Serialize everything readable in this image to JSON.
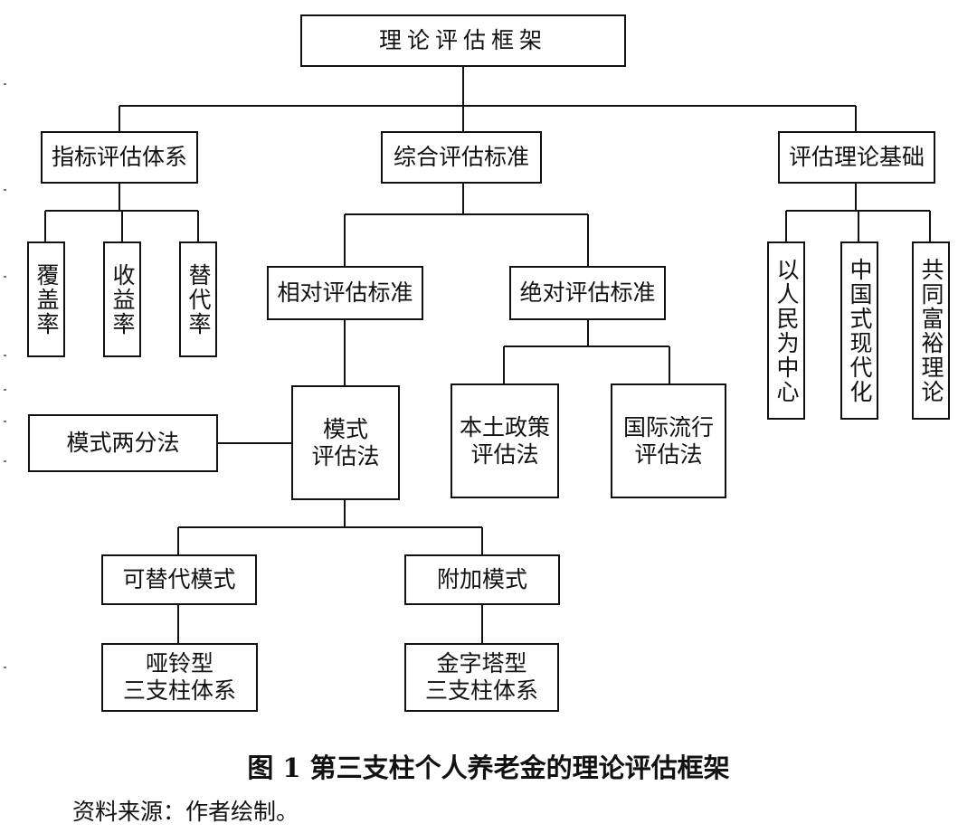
{
  "diagram": {
    "root": "理论评估框架",
    "level1": {
      "indicator": "指标评估体系",
      "standard": "综合评估标准",
      "theory": "评估理论基础"
    },
    "indicators": [
      "覆盖率",
      "收益率",
      "替代率"
    ],
    "theories": [
      "以人民为中心",
      "中国式现代化",
      "共同富裕理论"
    ],
    "relative": "相对评估标准",
    "absolute": "绝对评估标准",
    "mode_method": "模式\n评估法",
    "dichotomy": "模式两分法",
    "local_policy": "本土政策\n评估法",
    "intl_practice": "国际流行\n评估法",
    "substitutable": "可替代模式",
    "additional": "附加模式",
    "dumbbell": "哑铃型\n三支柱体系",
    "pyramid": "金字塔型\n三支柱体系"
  },
  "caption": "图 1    第三支柱个人养老金的理论评估框架",
  "source": "资料来源：作者绘制。"
}
